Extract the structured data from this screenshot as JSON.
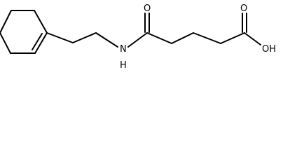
{
  "molecule": {
    "atoms": {
      "oxygen_amide": "O",
      "oxygen_acid_carbonyl": "O",
      "nitrogen": "N",
      "nitrogen_hydrogen": "H",
      "hydroxyl": "OH"
    },
    "colors": {
      "bond": "#000000",
      "text": "#000000",
      "background": "#ffffff"
    }
  }
}
